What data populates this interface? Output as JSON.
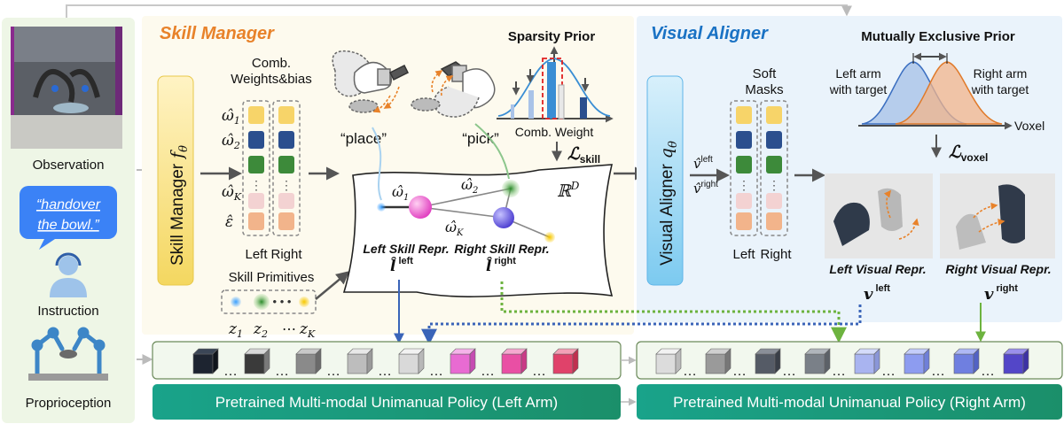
{
  "left_panel": {
    "observation_label": "Observation",
    "instruction_text_line1": "“handover",
    "instruction_text_line2": "the bowl.”",
    "instruction_label": "Instruction",
    "proprioception_label": "Proprioception"
  },
  "skill_manager": {
    "title": "Skill Manager",
    "module_label": "Skill Manager",
    "module_symbol": "f",
    "module_subscript": "θ",
    "weights_title_line1": "Comb.",
    "weights_title_line2": "Weights&bias",
    "omega1": "ω̂",
    "omega1_sub": "1",
    "omega2": "ω̂",
    "omega2_sub": "2",
    "omegaK": "ω̂",
    "omegaK_sub": "K",
    "epsilon": "ε̂",
    "col_left": "Left",
    "col_right": "Right",
    "primitives_label": "Skill Primitives",
    "z1": "z",
    "z1_sub": "1",
    "z2": "z",
    "z2_sub": "2",
    "zdots": "⋯",
    "zK": "z",
    "zK_sub": "K",
    "place_label": "“place”",
    "pick_label": "“pick”",
    "sparsity_title": "Sparsity Prior",
    "comb_weight_label": "Comb. Weight",
    "loss_skill": "ℒ",
    "loss_skill_sub": "skill",
    "space_label": "ℝ",
    "space_sup": "D",
    "w1": "ω̂",
    "w1_sub": "1",
    "w2": "ω̂",
    "w2_sub": "2",
    "wK": "ω̂",
    "wK_sub": "K",
    "left_skill_repr": "Left Skill Repr.",
    "right_skill_repr": "Right Skill Repr.",
    "l_left": "l̂",
    "l_left_sup": "left",
    "l_right": "l̂",
    "l_right_sup": "right"
  },
  "visual_aligner": {
    "title": "Visual Aligner",
    "module_label": "Visual Aligner",
    "module_symbol": "q",
    "module_subscript": "θ",
    "soft_masks_line1": "Soft",
    "soft_masks_line2": "Masks",
    "v_left": "v̂",
    "v_left_sup": "left",
    "v_right": "v̂",
    "v_right_sup": "right",
    "col_left": "Left",
    "col_right": "Right",
    "mutex_title": "Mutually Exclusive Prior",
    "left_arm_line1": "Left arm",
    "left_arm_line2": "with target",
    "right_arm_line1": "Right arm",
    "right_arm_line2": "with target",
    "voxel_label": "Voxel",
    "loss_voxel": "ℒ",
    "loss_voxel_sub": "voxel",
    "left_visual_repr": "Left Visual Repr.",
    "right_visual_repr": "Right Visual Repr.",
    "vis_left": "v",
    "vis_left_sup": "left",
    "vis_right": "v",
    "vis_right_sup": "right"
  },
  "token_dots": "…",
  "policy_left": "Pretrained Multi-modal Unimanual Policy (Left Arm)",
  "policy_right": "Pretrained Multi-modal Unimanual Policy (Right Arm)",
  "colors": {
    "skill_title": "#e8822a",
    "visual_title": "#1a72c4",
    "policy_teal": "#1fa894",
    "left_panel_bg": "#eef6e6",
    "skill_bg": "#fdfaee",
    "visual_bg": "#eaf3fb",
    "mask_yellow": "#f7d469",
    "mask_blue": "#2b4f8e",
    "mask_green": "#3d8a3a",
    "mask_pink": "#f3d2d2",
    "mask_orange": "#f2b48b"
  }
}
